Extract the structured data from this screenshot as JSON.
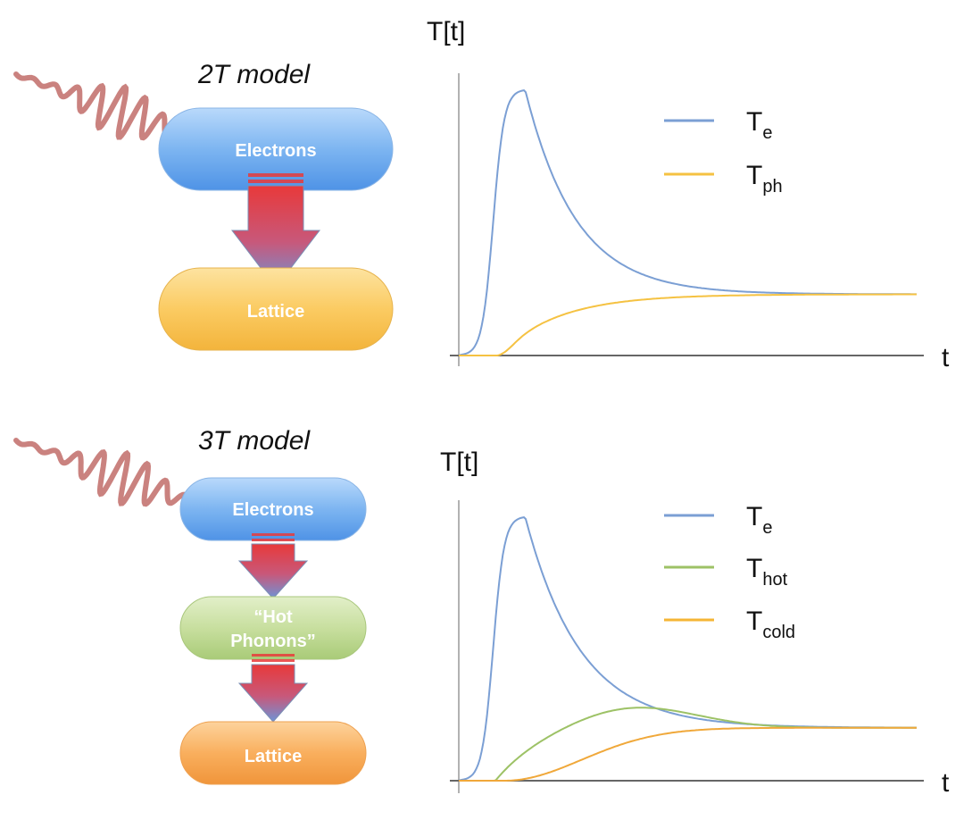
{
  "panels": [
    {
      "title": "2T model",
      "boxes": [
        "Electrons",
        "Lattice"
      ],
      "chart": {
        "type": "line",
        "ylabel": "T[t]",
        "xlabel": "t",
        "legend": [
          {
            "main": "T",
            "sub": "e",
            "color": "#7b9fd4"
          },
          {
            "main": "T",
            "sub": "ph",
            "color": "#f5c242"
          }
        ]
      }
    },
    {
      "title": "3T model",
      "boxes": [
        "Electrons",
        "“Hot",
        "Phonons”",
        "Lattice"
      ],
      "chart": {
        "type": "line",
        "ylabel": "T[t]",
        "xlabel": "t",
        "legend": [
          {
            "main": "T",
            "sub": "e",
            "color": "#7b9fd4"
          },
          {
            "main": "T",
            "sub": "hot",
            "color": "#9dc266"
          },
          {
            "main": "T",
            "sub": "cold",
            "color": "#f5b535"
          }
        ]
      }
    }
  ]
}
